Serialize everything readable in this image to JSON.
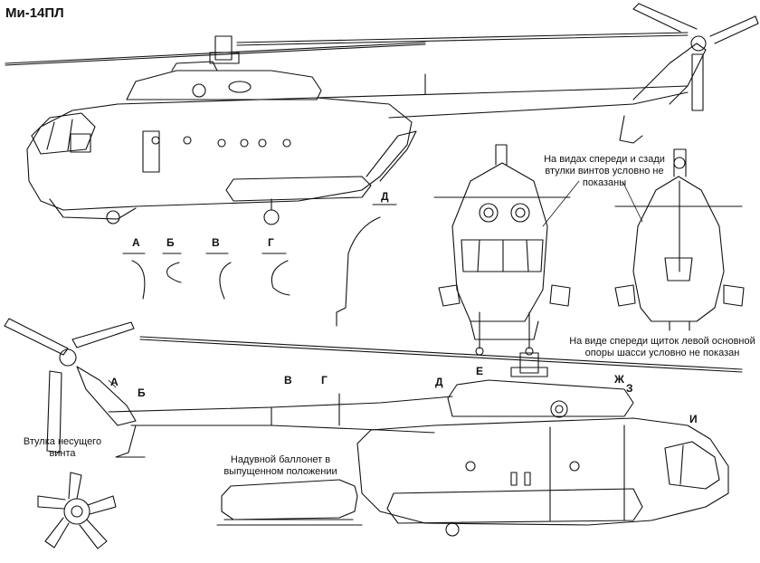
{
  "title": "Ми-14ПЛ",
  "notes": {
    "hubs_hidden": "На видах спереди и сзади втулки винтов условно не показаны",
    "front_shield": "На виде спереди щиток левой основной опоры шасси условно не показан",
    "rotor_hub": "Втулка несущего винта",
    "float": "Надувной баллонет в выпущенном положении"
  },
  "section_labels": {
    "top": [
      "А",
      "Б",
      "В",
      "Г",
      "Д"
    ],
    "bottom": [
      "А",
      "Б",
      "В",
      "Г",
      "Д",
      "Е",
      "Ж",
      "З",
      "И"
    ]
  },
  "colors": {
    "line": "#111111",
    "background": "#ffffff"
  }
}
